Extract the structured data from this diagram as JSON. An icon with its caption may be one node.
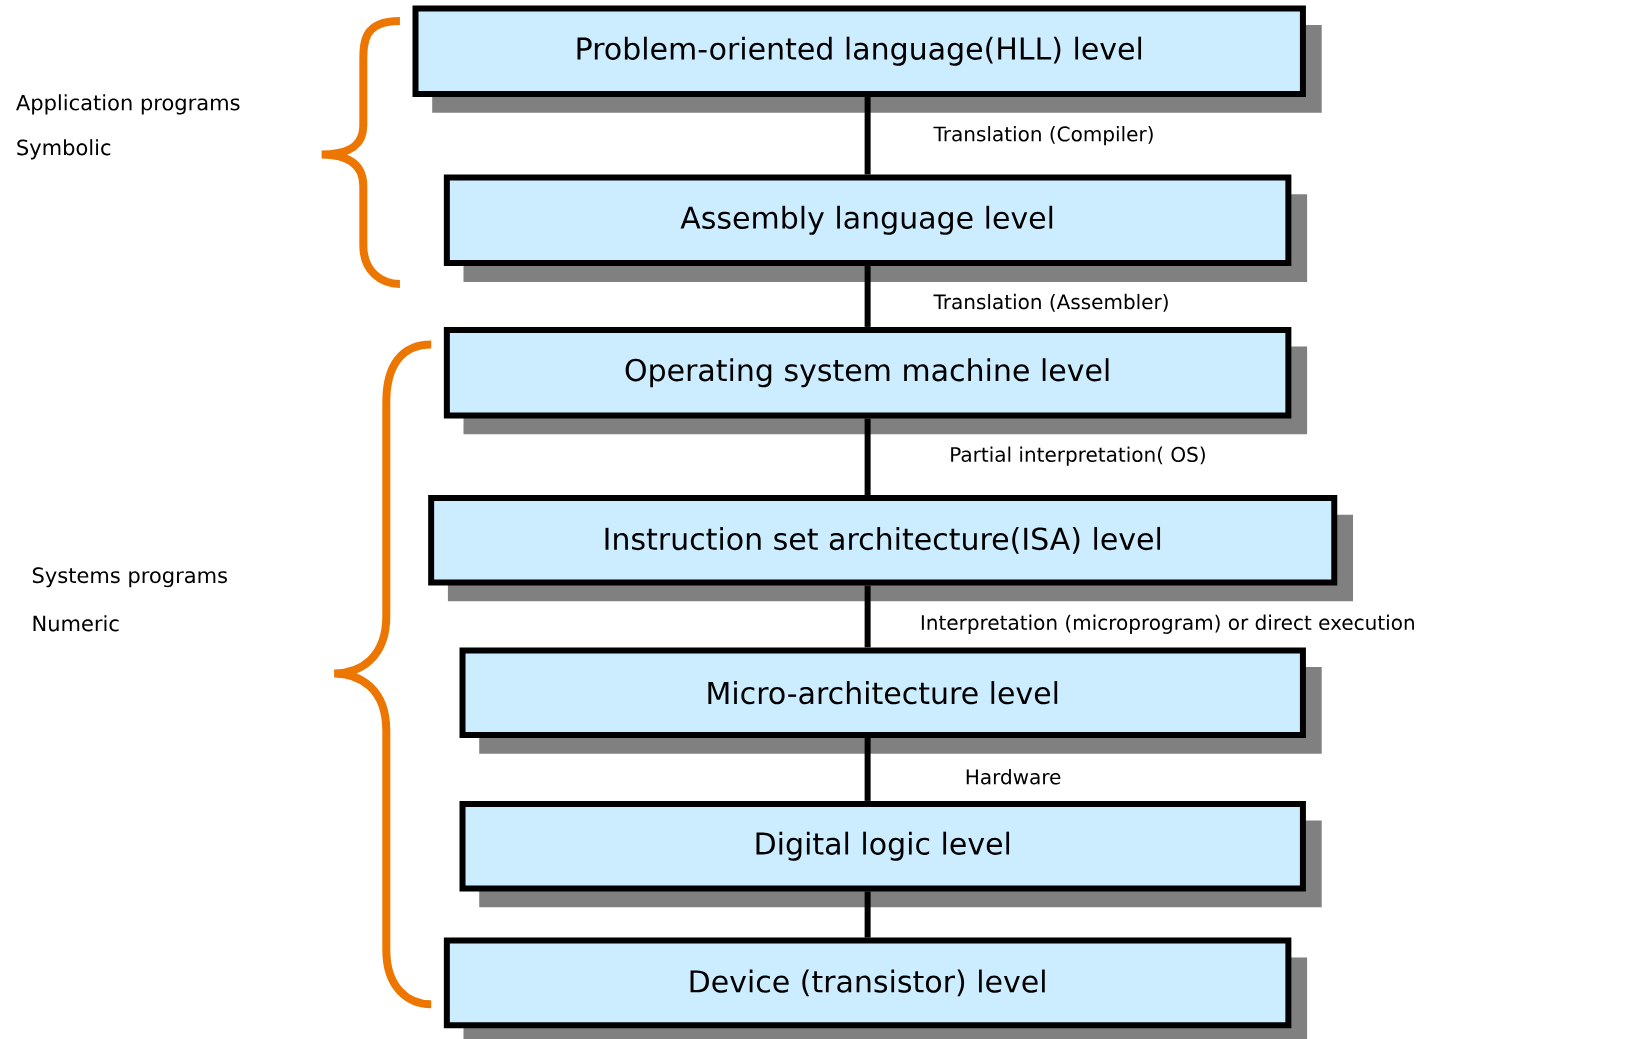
{
  "diagram": {
    "nodes": [
      {
        "text": [
          "Problem-oriented language(HLL) level"
        ]
      },
      {
        "text": [
          "Assembly language level"
        ]
      },
      {
        "text": [
          "Operating system machine level"
        ]
      },
      {
        "text": [
          "Instruction set architecture(ISA) level"
        ]
      },
      {
        "text": [
          "Micro-architecture level"
        ]
      },
      {
        "text": [
          "Digital logic level"
        ]
      },
      {
        "text": [
          "Device (transistor) level"
        ]
      }
    ],
    "edges": [
      {
        "from": 0,
        "to": 1,
        "arrow": "none",
        "label": "Translation (Compiler)"
      },
      {
        "from": 1,
        "to": 2,
        "arrow": "none",
        "label": "Translation (Assembler)"
      },
      {
        "from": 2,
        "to": 3,
        "arrow": "none",
        "label": "Partial interpretation( OS)"
      },
      {
        "from": 3,
        "to": 4,
        "arrow": "none",
        "label": "Interpretation (microprogram) or direct execution"
      },
      {
        "from": 4,
        "to": 5,
        "arrow": "none",
        "label": "Hardware"
      },
      {
        "from": 5,
        "to": 6,
        "arrow": "none"
      }
    ],
    "labels": [
      "Application programs",
      "Symbolic",
      "Systems programs",
      "Numeric"
    ]
  }
}
